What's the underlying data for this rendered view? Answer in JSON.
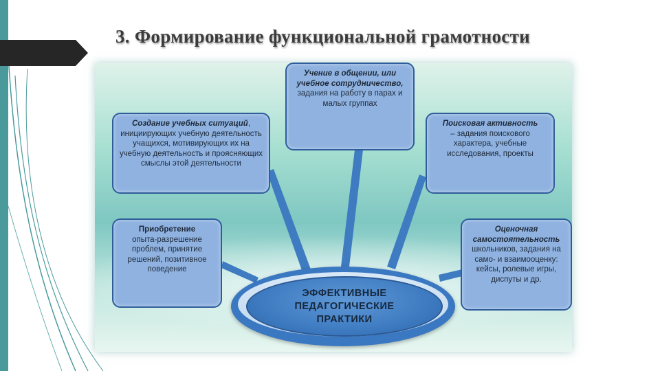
{
  "slide": {
    "title": "3. Формирование функциональной грамотности"
  },
  "diagram": {
    "center": {
      "line1": "ЭФФЕКТИВНЫЕ",
      "line2": "ПЕДАГОГИЧЕСКИЕ",
      "line3": "ПРАКТИКИ"
    },
    "boxes": {
      "creating_situations": {
        "heading": "Создание учебных ситуаций",
        "text": ", инициирующих учебную деятельность учащихся, мотивирующих их на учебную деятельность  и проясняющих смыслы этой деятельности"
      },
      "learning_in_communication": {
        "heading": "Учение в общении, или учебное сотрудничество,",
        "text": "задания на работу в парах и малых группах"
      },
      "search_activity": {
        "heading": "Поисковая активность",
        "text": "– задания поискового характера, учебные исследования, проекты"
      },
      "acquiring_experience": {
        "heading": "Приобретение",
        "text": "опыта-разрешение проблем, принятие решений, позитивное поведение"
      },
      "self_assessment": {
        "heading": "Оценочная самостоятельность",
        "text": "школьников, задания на само- и взаимооценку: кейсы, ролевые игры, диспуты и др."
      }
    },
    "colors": {
      "box_fill": "#8fb2e0",
      "box_border": "#2e5d9c",
      "hub_fill": "#3e7bc1",
      "connector": "#3e7bc1"
    }
  }
}
